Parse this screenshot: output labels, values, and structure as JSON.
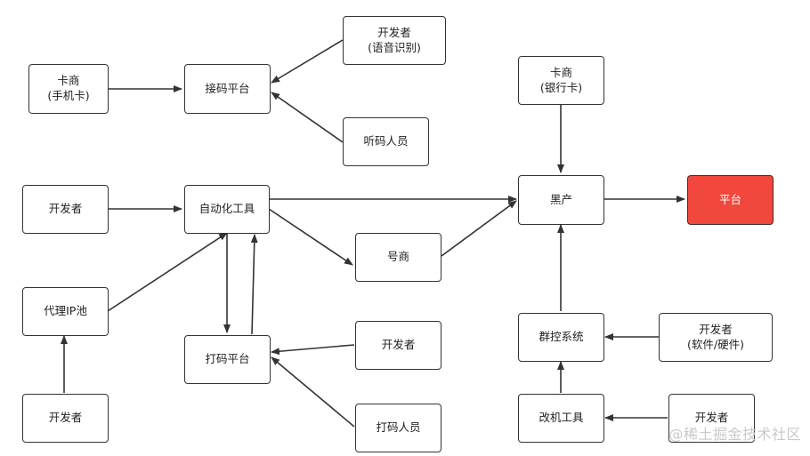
{
  "nodes": {
    "card_dealer_sim": {
      "line1": "卡商",
      "line2": "(手机卡)"
    },
    "code_platform": {
      "line1": "接码平台"
    },
    "dev_voice": {
      "line1": "开发者",
      "line2": "(语音识别)"
    },
    "code_listener": {
      "line1": "听码人员"
    },
    "card_dealer_bank": {
      "line1": "卡商",
      "line2": "(银行卡)"
    },
    "developer_a": {
      "line1": "开发者"
    },
    "auto_tool": {
      "line1": "自动化工具"
    },
    "black_industry": {
      "line1": "黑产"
    },
    "platform": {
      "line1": "平台"
    },
    "account_dealer": {
      "line1": "号商"
    },
    "proxy_ip_pool": {
      "line1": "代理IP池"
    },
    "captcha_platform": {
      "line1": "打码平台"
    },
    "developer_b": {
      "line1": "开发者"
    },
    "group_control": {
      "line1": "群控系统"
    },
    "dev_hw": {
      "line1": "开发者",
      "line2": "(软件/硬件)"
    },
    "developer_c": {
      "line1": "开发者"
    },
    "captcha_worker": {
      "line1": "打码人员"
    },
    "device_mod_tool": {
      "line1": "改机工具"
    },
    "developer_d": {
      "line1": "开发者"
    }
  },
  "colors": {
    "highlight": "#f2473c",
    "stroke": "#333333"
  },
  "watermark": "@稀土掘金技术社区"
}
